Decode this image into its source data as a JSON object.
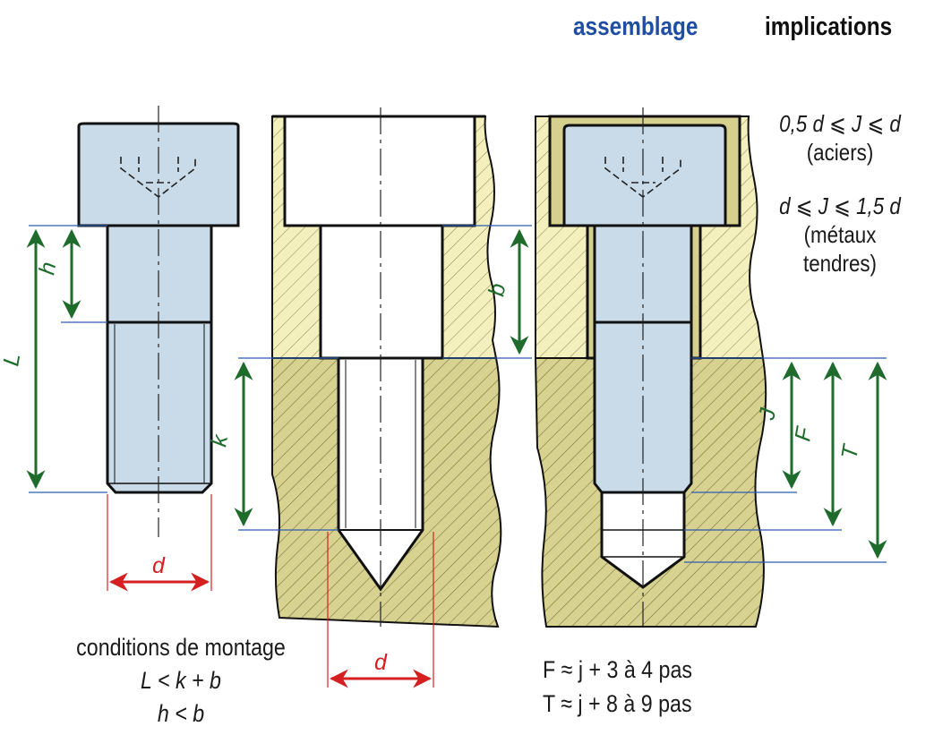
{
  "header": {
    "section_active": "assemblage",
    "section_other": "implications"
  },
  "colors": {
    "part_fill": "#c9dbe9",
    "housing_fill": "#d6d08e",
    "plate_fill": "#f3efb8",
    "arrow_green": "#1e6b2c",
    "arrow_red": "#d42020",
    "ext_line_blue": "#2a5db0"
  },
  "conditions": {
    "line1": "0,5 d ⩽ J ⩽ d",
    "line2": "(aciers)",
    "line3": "d ⩽ J ⩽ 1,5 d",
    "line4": "(métaux",
    "line5": "tendres)"
  },
  "dimensions": {
    "L": "L",
    "h": "h",
    "k": "k",
    "b": "b",
    "J": "J",
    "F": "F",
    "T": "T",
    "d1": "d",
    "d2": "d"
  },
  "notes_left": {
    "title": "conditions de montage",
    "rule1": "L < k + b",
    "rule2": "h < b"
  },
  "notes_right": {
    "rule1": "F ≈ j + 3 à 4 pas",
    "rule2": "T ≈ j + 8 à 9 pas"
  }
}
